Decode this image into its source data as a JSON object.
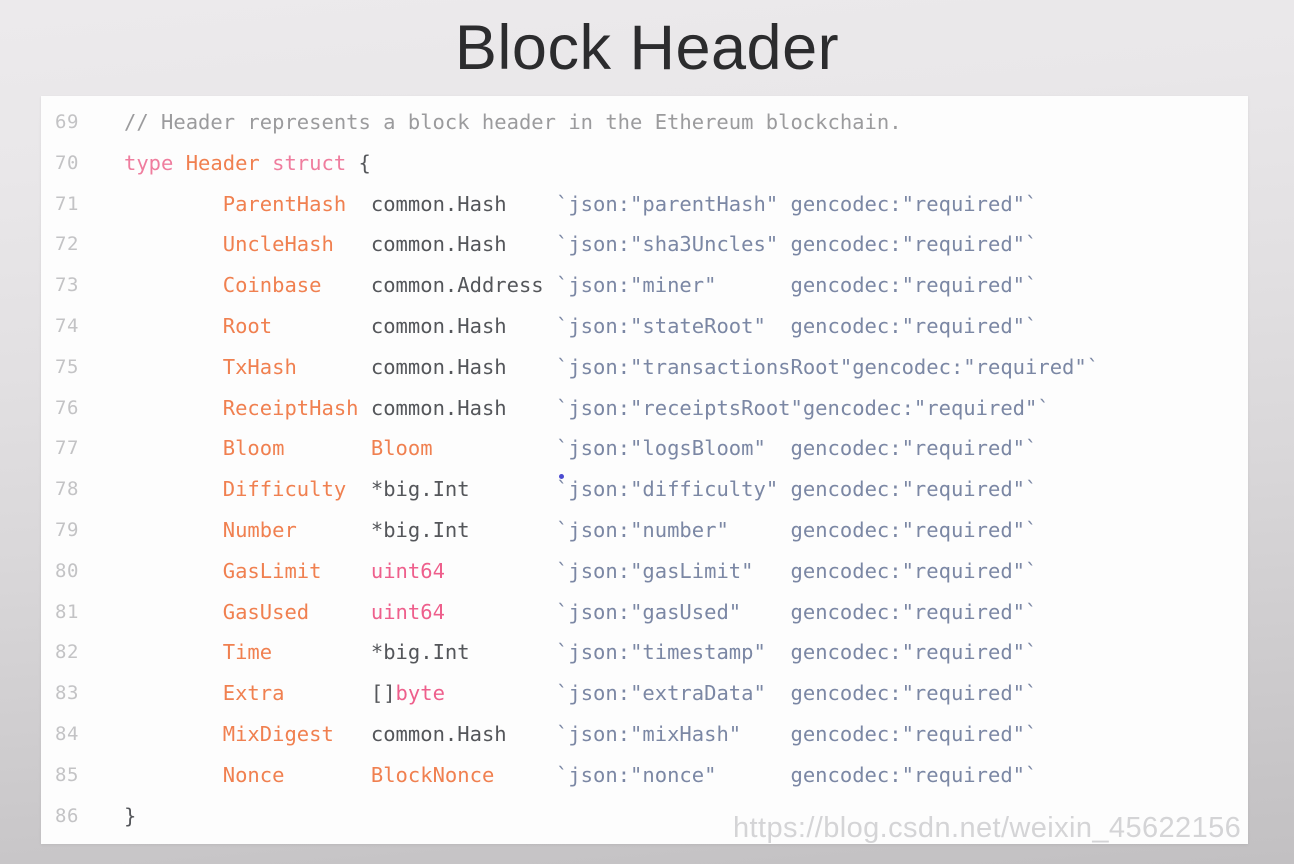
{
  "slide": {
    "title": "Block Header",
    "watermark": "https://blog.csdn.net/weixin_45622156"
  },
  "colors": {
    "background_top": "#eceaec",
    "background_bottom": "#c2c0c2",
    "panel": "#fdfdfd",
    "title_text": "#2c2c2e",
    "line_number": "#c3c3c5",
    "comment": "#9b9b9d",
    "keyword": "#ef7d9e",
    "type_name": "#f08050",
    "field_name": "#f08050",
    "type_ref": "#54565a",
    "builtin_type": "#ee5f8c",
    "punctuation": "#55575b",
    "struct_tag": "#7b87a4",
    "cursor_dot": "#2b2bc8",
    "watermark": "#d4d4d6"
  },
  "code": {
    "language": "go",
    "first_line_number": 69,
    "last_line_number": 86,
    "lines": [
      {
        "number": "69",
        "kind": "comment",
        "comment": "// Header represents a block header in the Ethereum blockchain."
      },
      {
        "number": "70",
        "kind": "declaration",
        "keyword1": "type",
        "name": "Header",
        "keyword2": "struct",
        "brace": "{"
      },
      {
        "number": "71",
        "kind": "field",
        "field": "ParentHash",
        "type": "common.Hash",
        "type_style": "type",
        "json_tag": "`json:\"parentHash\"",
        "gencodec_tag": "gencodec:\"required\"`"
      },
      {
        "number": "72",
        "kind": "field",
        "field": "UncleHash",
        "type": "common.Hash",
        "type_style": "type",
        "json_tag": "`json:\"sha3Uncles\"",
        "gencodec_tag": "gencodec:\"required\"`"
      },
      {
        "number": "73",
        "kind": "field",
        "field": "Coinbase",
        "type": "common.Address",
        "type_style": "type",
        "json_tag": "`json:\"miner\"",
        "gencodec_tag": "gencodec:\"required\"`"
      },
      {
        "number": "74",
        "kind": "field",
        "field": "Root",
        "type": "common.Hash",
        "type_style": "type",
        "json_tag": "`json:\"stateRoot\"",
        "gencodec_tag": "gencodec:\"required\"`"
      },
      {
        "number": "75",
        "kind": "field",
        "field": "TxHash",
        "type": "common.Hash",
        "type_style": "type",
        "json_tag": "`json:\"transactionsRoot\"",
        "gencodec_tag": "gencodec:\"required\"`"
      },
      {
        "number": "76",
        "kind": "field",
        "field": "ReceiptHash",
        "type": "common.Hash",
        "type_style": "type",
        "json_tag": "`json:\"receiptsRoot\"",
        "gencodec_tag": "gencodec:\"required\"`"
      },
      {
        "number": "77",
        "kind": "field",
        "field": "Bloom",
        "type": "Bloom",
        "type_style": "typename",
        "json_tag": "`json:\"logsBloom\"",
        "gencodec_tag": "gencodec:\"required\"`"
      },
      {
        "number": "78",
        "kind": "field",
        "field": "Difficulty",
        "type": "*big.Int",
        "type_style": "type",
        "json_tag": "`json:\"difficulty\"",
        "gencodec_tag": "gencodec:\"required\"`"
      },
      {
        "number": "79",
        "kind": "field",
        "field": "Number",
        "type": "*big.Int",
        "type_style": "type",
        "json_tag": "`json:\"number\"",
        "gencodec_tag": "gencodec:\"required\"`"
      },
      {
        "number": "80",
        "kind": "field",
        "field": "GasLimit",
        "type": "uint64",
        "type_style": "builtin",
        "json_tag": "`json:\"gasLimit\"",
        "gencodec_tag": "gencodec:\"required\"`"
      },
      {
        "number": "81",
        "kind": "field",
        "field": "GasUsed",
        "type": "uint64",
        "type_style": "builtin",
        "json_tag": "`json:\"gasUsed\"",
        "gencodec_tag": "gencodec:\"required\"`"
      },
      {
        "number": "82",
        "kind": "field",
        "field": "Time",
        "type": "*big.Int",
        "type_style": "type",
        "json_tag": "`json:\"timestamp\"",
        "gencodec_tag": "gencodec:\"required\"`"
      },
      {
        "number": "83",
        "kind": "field",
        "field": "Extra",
        "type": "[]byte",
        "type_style": "slice-builtin",
        "type_prefix": "[]",
        "type_base": "byte",
        "json_tag": "`json:\"extraData\"",
        "gencodec_tag": "gencodec:\"required\"`"
      },
      {
        "number": "84",
        "kind": "field",
        "field": "MixDigest",
        "type": "common.Hash",
        "type_style": "type",
        "json_tag": "`json:\"mixHash\"",
        "gencodec_tag": "gencodec:\"required\"`"
      },
      {
        "number": "85",
        "kind": "field",
        "field": "Nonce",
        "type": "BlockNonce",
        "type_style": "typename",
        "json_tag": "`json:\"nonce\"",
        "gencodec_tag": "gencodec:\"required\"`"
      },
      {
        "number": "86",
        "kind": "close",
        "brace": "}"
      }
    ]
  }
}
